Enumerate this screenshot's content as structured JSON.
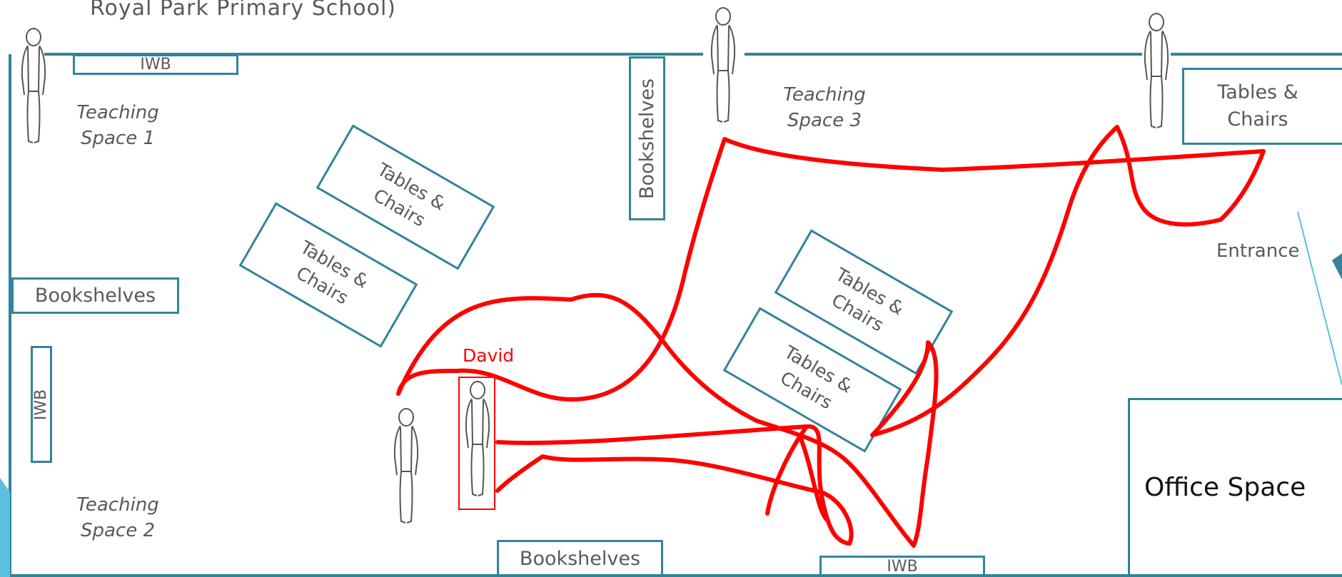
{
  "header": {
    "caption": "Royal Park Primary School)"
  },
  "labels": {
    "iwb": "IWB",
    "bookshelves": "Bookshelves",
    "tables_chairs": "Tables & Chairs",
    "entrance": "Entrance",
    "office_space": "Office Space",
    "teaching_space_1": "Teaching Space 1",
    "teaching_space_2": "Teaching Space 2",
    "teaching_space_3": "Teaching Space 3",
    "student": "David"
  },
  "colors": {
    "wall": "#31849b",
    "path": "#ff0000",
    "text": "#595959",
    "accent_cyan": "#5bc0de"
  },
  "icons": [
    "person-outline-icon"
  ]
}
